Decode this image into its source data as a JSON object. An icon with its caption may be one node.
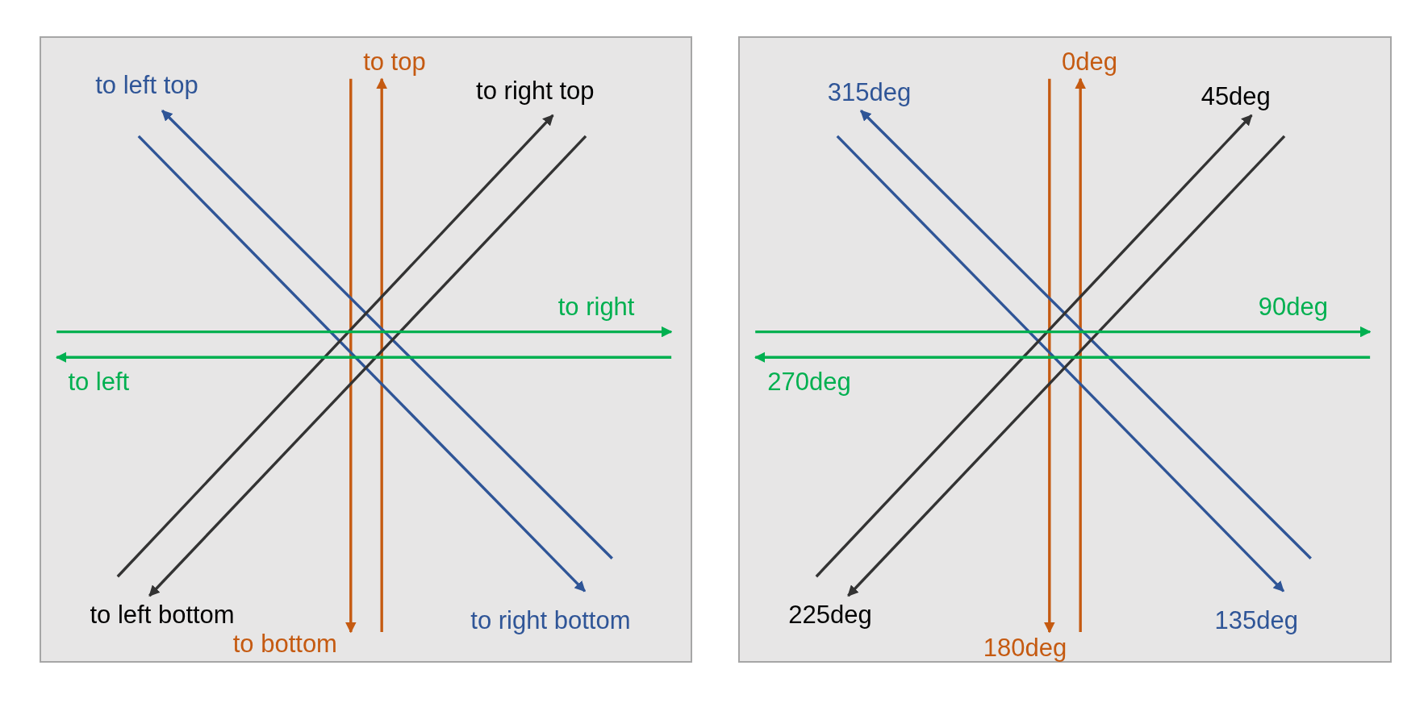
{
  "diagram": {
    "nodes": [
      {
        "text": [
          "to top",
          "to left top",
          "to right top",
          "to right",
          "to left",
          "to left bottom",
          "to bottom",
          "to right bottom"
        ]
      },
      {
        "text": [
          "0deg",
          "315deg",
          "45deg",
          "90deg",
          "270deg",
          "225deg",
          "180deg",
          "135deg"
        ]
      }
    ],
    "edges": []
  }
}
